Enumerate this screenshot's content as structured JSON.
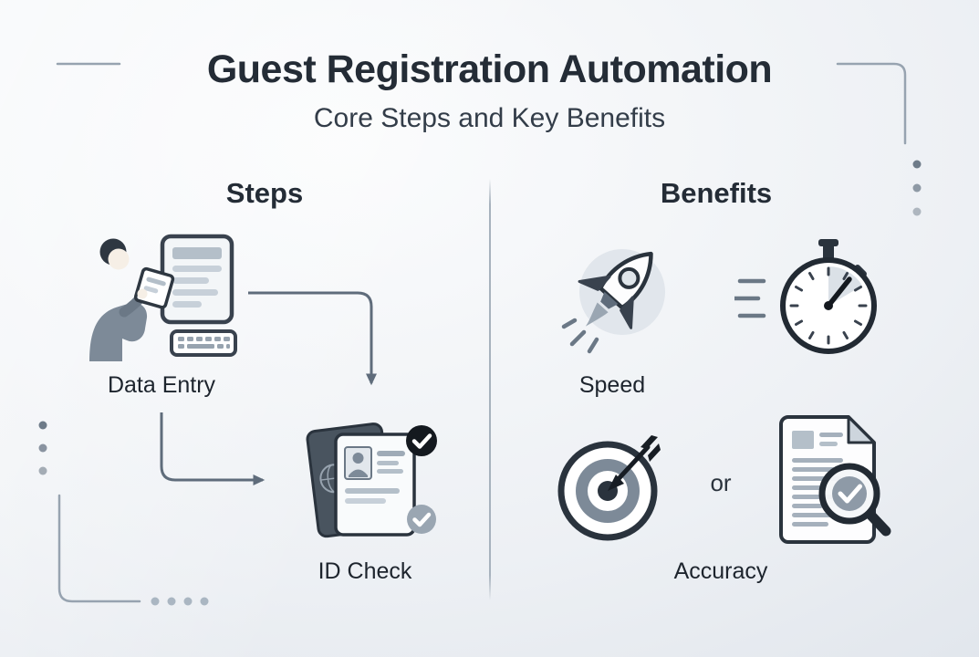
{
  "header": {
    "title": "Guest Registration Automation",
    "subtitle": "Core Steps and Key Benefits"
  },
  "steps": {
    "heading": "Steps",
    "items": [
      {
        "label": "Data Entry",
        "icon": "person-tablet-illustration"
      },
      {
        "label": "ID Check",
        "icon": "passport-check-illustration"
      }
    ]
  },
  "benefits": {
    "heading": "Benefits",
    "connector": "or",
    "items": [
      {
        "label": "Speed",
        "icons": [
          "rocket-icon",
          "stopwatch-icon"
        ]
      },
      {
        "label": "Accuracy",
        "icons": [
          "target-arrow-icon",
          "document-magnifier-check-icon"
        ]
      }
    ]
  },
  "icons": {
    "connectors": [
      "elbow-arrow-right-down-icon",
      "elbow-arrow-down-right-icon"
    ],
    "decorations": [
      "corner-line-top-left",
      "corner-line-top-right",
      "dots-top-right",
      "dots-left",
      "corner-line-bottom-left",
      "dots-bottom"
    ]
  },
  "colors": {
    "ink": "#222a33",
    "slate": "#5f6c7b",
    "light_slate": "#97a3b0",
    "pale": "#c7d0d9",
    "background_start": "#fbfcfd",
    "background_end": "#d9dfe7"
  }
}
